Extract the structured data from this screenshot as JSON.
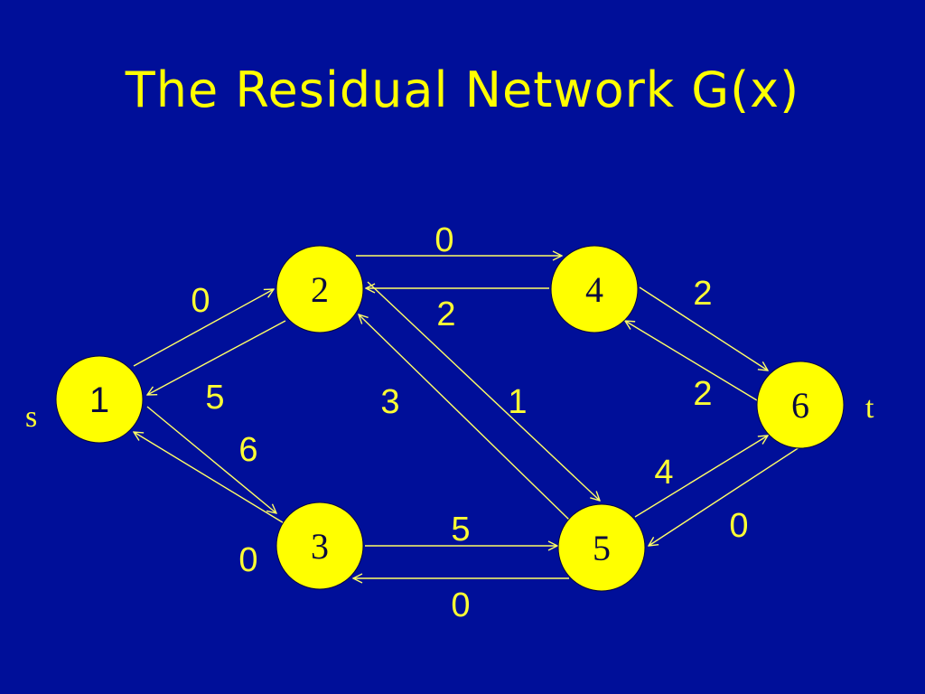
{
  "title": "The Residual Network G(x)",
  "colors": {
    "background": "#000f99",
    "node_fill": "#ffff00",
    "edge": "#ffff66",
    "text": "#ffff33"
  },
  "nodes": [
    {
      "id": "1",
      "label": "1"
    },
    {
      "id": "2",
      "label": "2"
    },
    {
      "id": "3",
      "label": "3"
    },
    {
      "id": "4",
      "label": "4"
    },
    {
      "id": "5",
      "label": "5"
    },
    {
      "id": "6",
      "label": "6"
    }
  ],
  "source_label": "s",
  "sink_label": "t",
  "edges": [
    {
      "from": "1",
      "to": "2",
      "capacity": "0"
    },
    {
      "from": "2",
      "to": "1",
      "capacity": "5"
    },
    {
      "from": "1",
      "to": "3",
      "capacity": "6"
    },
    {
      "from": "3",
      "to": "1",
      "capacity": "0"
    },
    {
      "from": "2",
      "to": "4",
      "capacity": "0"
    },
    {
      "from": "4",
      "to": "2",
      "capacity": "2"
    },
    {
      "from": "5",
      "to": "2",
      "capacity": "3"
    },
    {
      "from": "2",
      "to": "5",
      "capacity": "1"
    },
    {
      "from": "4",
      "to": "6",
      "capacity": "2"
    },
    {
      "from": "6",
      "to": "4",
      "capacity": "2"
    },
    {
      "from": "3",
      "to": "5",
      "capacity": "5"
    },
    {
      "from": "5",
      "to": "3",
      "capacity": "0"
    },
    {
      "from": "5",
      "to": "6",
      "capacity": "4"
    },
    {
      "from": "6",
      "to": "5",
      "capacity": "0"
    }
  ]
}
